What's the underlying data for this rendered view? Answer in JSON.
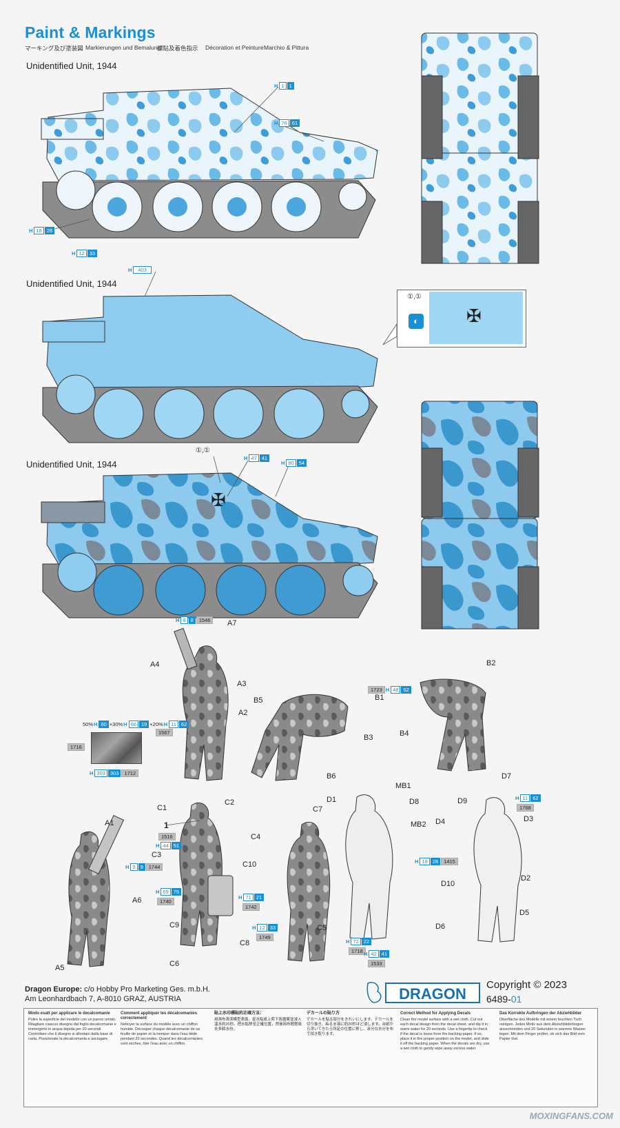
{
  "header": {
    "title": "Paint & Markings",
    "subtitles": [
      "マーキング及び塗装図",
      "Markierungen und Bemalung",
      "標貼及着色指示",
      "Décoration et Peinture",
      "Marchio & Pittura"
    ]
  },
  "profiles": [
    {
      "unit": "Unidentified Unit, 1944"
    },
    {
      "unit": "Unidentified Unit, 1944"
    },
    {
      "unit": "Unidentified Unit, 1944"
    }
  ],
  "tags": {
    "p1_a": {
      "h": "H",
      "c1": "1",
      "c2": "1"
    },
    "p1_b": {
      "h": "H",
      "c1": "76",
      "c2": "61"
    },
    "p1_c": {
      "h": "H",
      "c1": "18",
      "c2": "28"
    },
    "p1_d": {
      "h": "H",
      "c1": "12",
      "c2": "33"
    },
    "p2_a": {
      "h": "H",
      "c1": "403"
    },
    "p3_a": {
      "h": "H",
      "c1": "47",
      "c2": "41"
    },
    "p3_b": {
      "h": "H",
      "c1": "80",
      "c2": "54"
    },
    "a_top": {
      "h": "H",
      "c1": "8",
      "c2": "8",
      "c3": "1546"
    },
    "b_top": {
      "c0": "1723",
      "h": "H",
      "c1": "48",
      "c2": "52"
    },
    "mix": {
      "p1": "50%",
      "h1": "H",
      "a1": "60",
      "p2": "+30%",
      "h2": "H",
      "a2": "66",
      "a3": "19",
      "p3": "+20%",
      "h3": "H",
      "a4": "11",
      "a5": "62",
      "code": "1567"
    },
    "sw1": "1716",
    "sw2": {
      "h": "H",
      "c1": "303",
      "c2": "303",
      "c3": "1712"
    },
    "c1": {
      "num": "1",
      "code": "1516",
      "h": "H",
      "c1": "44",
      "c2": "51"
    },
    "a1": {
      "h": "H",
      "c1": "9",
      "c2": "9",
      "c3": "1744"
    },
    "c3": {
      "h": "H",
      "c1": "69",
      "c2": "75",
      "c3": "1740"
    },
    "c10": {
      "h": "H",
      "c1": "71",
      "c2": "21",
      "c3": "1742"
    },
    "c7": {
      "h": "H",
      "c1": "12",
      "c2": "33",
      "c3": "1749"
    },
    "m1": {
      "h": "H",
      "c1": "18",
      "c2": "28",
      "c3": "1415"
    },
    "m2": {
      "h": "H",
      "c1": "72",
      "c2": "22",
      "c3": "1718"
    },
    "m3": {
      "h": "H",
      "c1": "42",
      "c2": "41",
      "c3": "1533"
    },
    "d7": {
      "h": "H",
      "c1": "11",
      "c2": "62",
      "c3": "1768"
    }
  },
  "markings": {
    "m1": "①,①",
    "m2": "①,①"
  },
  "figure_labels": {
    "A7": "A7",
    "A4": "A4",
    "A3": "A3",
    "A2": "A2",
    "A1": "A1",
    "A6": "A6",
    "A5": "A5",
    "B2": "B2",
    "B5": "B5",
    "B1": "B1",
    "B3": "B3",
    "B4": "B4",
    "B6": "B6",
    "C1": "C1",
    "C2": "C2",
    "C3": "C3",
    "C4": "C4",
    "C10": "C10",
    "C9": "C9",
    "C8": "C8",
    "C6": "C6",
    "C7": "C7",
    "C5": "C5",
    "MB1": "MB1",
    "MB2": "MB2",
    "D1": "D1",
    "D8": "D8",
    "D7": "D7",
    "D9": "D9",
    "D4": "D4",
    "D3": "D3",
    "D10": "D10",
    "D2": "D2",
    "D5": "D5",
    "D6": "D6"
  },
  "footer": {
    "company": "Dragon Europe:",
    "addr1": " c/o Hobby Pro Marketing Ges. m.b.H.",
    "addr2": "Am Leonhardbach 7, A-8010 GRAZ, AUSTRIA",
    "logo": "DRAGON",
    "copyright": "Copyright © 2023",
    "code": "6489-",
    "code_suffix": "01"
  },
  "instructions": [
    {
      "title": "Modo esatt per applicare le decalcomanie",
      "text": "Pulire la superficie del modello con un panno umido. Ritagliare ciascun disegno dal foglio decalcomanie e immergerlo in acqua tiepida per 20 secondi. Controllare che il disegno si allontani dalla base di carta. Posizionate la decalcomania e asciugare."
    },
    {
      "title": "Comment appliquer les décalcomanies correctement",
      "text": "Nettoyer la surface du modèle avec un chiffon humide. Découper chaque décalcomanie de sa feuille de papier et la tremper dans l'eau tiède pendant 20 secondes. Quand les décalcomanies sont sèches, ôter l'eau avec un chiffon."
    },
    {
      "title": "貼上水印標貼的正確方法：",
      "text": "用濕布清潔模型表面。從水貼紙上剪下各圖案並浸入溫水約20秒。把水貼移至正確位置，然後用布輕輕吸去多餘水份。"
    },
    {
      "title": "デカールの貼り方",
      "text": "デカールを貼る部分をきれいにします。デカールを切り抜き、ぬるま湯に約20秒ほど浸します。台紙から浮いてきたら所定の位置に移し、余分な水分を布で拭き取ります。"
    },
    {
      "title": "Correct Method for Applying Decals",
      "text": "Clean the model surface with a wet cloth. Cut out each decal design from the decal sheet, and dip it in warm water for 20 seconds. Use a fingertip to check if the decal is loose from the backing paper. If so, place it in the proper position on the model, and slide it off the backing paper. When the decals are dry, use a wet cloth to gently wipe away excess water."
    },
    {
      "title": "Das Korrekte Aufbringen der Abziehbilder",
      "text": "Oberfläche des Modells mit einem feuchten Tuch reinigen. Jedes Motiv aus dem Abziehbilderbogen ausschneiden und 20 Sekunden in warmes Wasser legen. Mit dem Finger prüfen, ob sich das Bild vom Papier löst."
    }
  ],
  "watermark": "MOXINGFANS.COM"
}
